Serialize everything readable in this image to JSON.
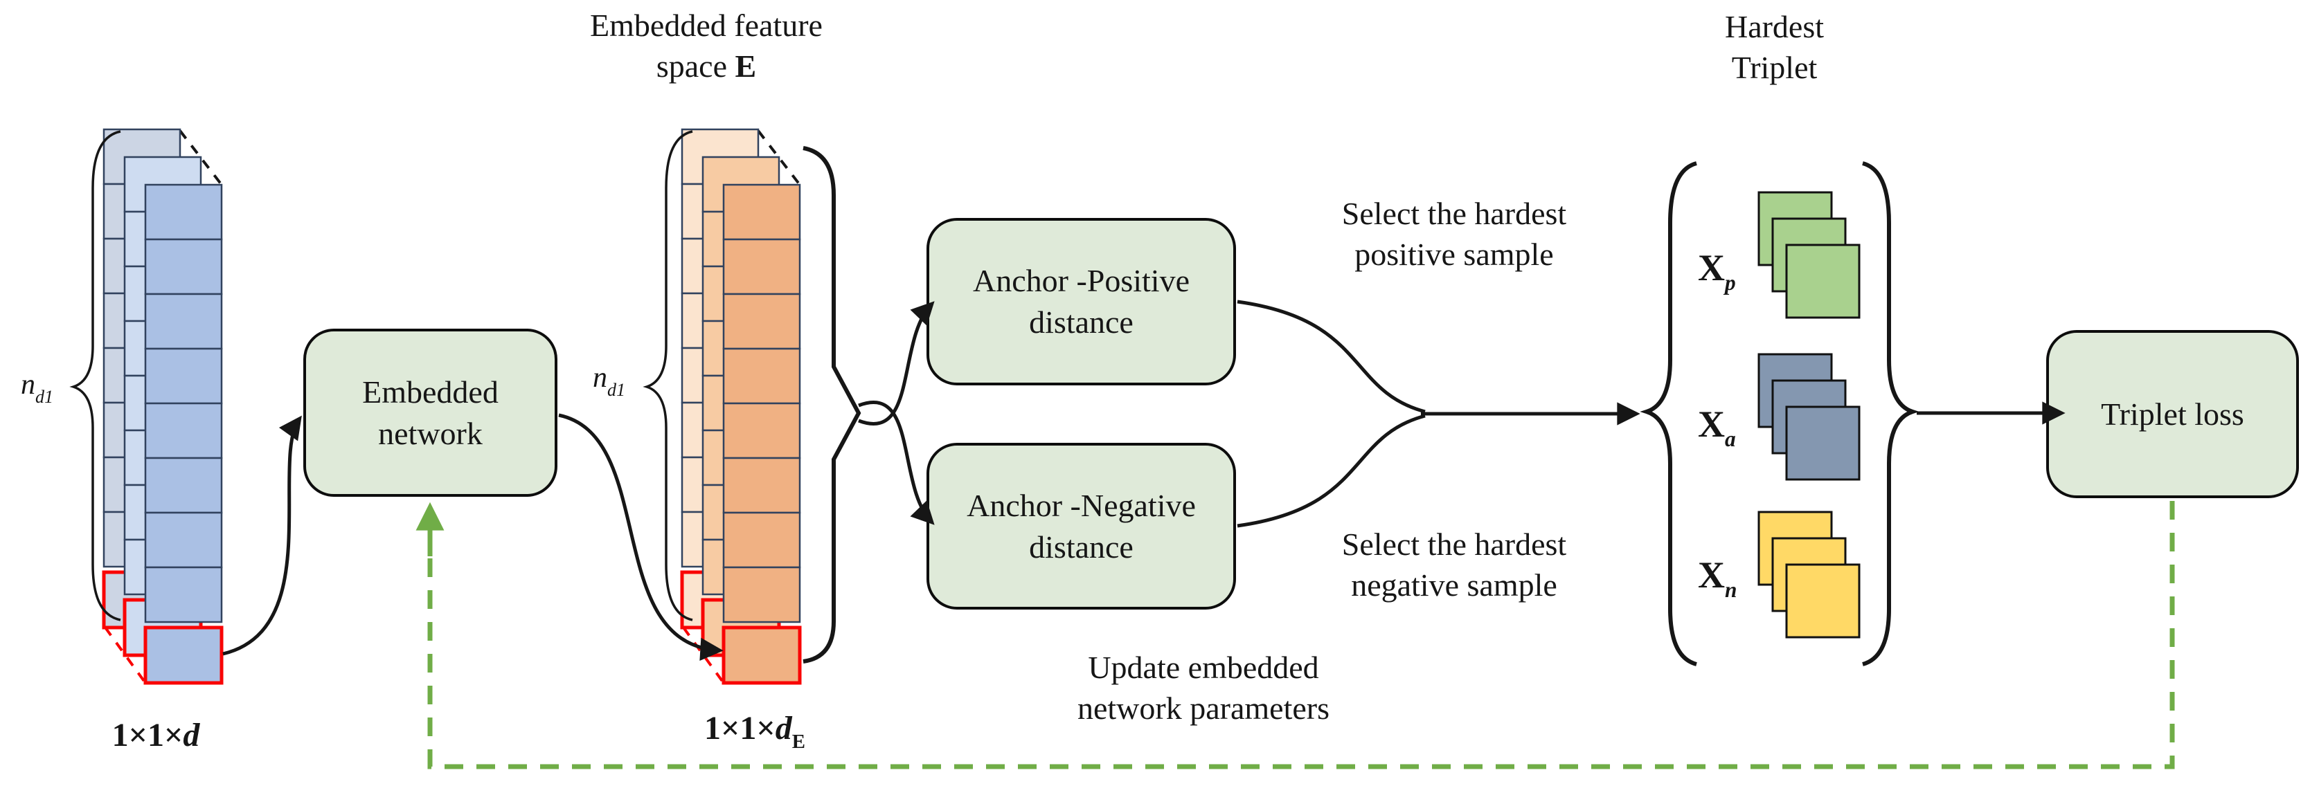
{
  "titles": {
    "feature_space": {
      "line1": "Embedded feature",
      "line2_base": "space ",
      "line2_symbol": "E"
    },
    "hardest_triplet": {
      "line1": "Hardest",
      "line2": "Triplet"
    }
  },
  "boxes": {
    "embedded_network": "Embedded network",
    "anchor_positive": "Anchor -Positive distance",
    "anchor_negative": "Anchor -Negative distance",
    "triplet_loss": "Triplet loss"
  },
  "annotations": {
    "select_positive": "Select the hardest positive sample",
    "select_negative": "Select the hardest negative sample",
    "update_params": "Update embedded network parameters"
  },
  "labels": {
    "rows_left": {
      "base": "n",
      "sub": "d1"
    },
    "rows_mid": {
      "base": "n",
      "sub": "d1"
    },
    "dim_input": {
      "base": "1×1×",
      "var": "d"
    },
    "dim_embedded": {
      "base": "1×1×",
      "var": "d",
      "sub": "E"
    },
    "x_positive": {
      "base": "X",
      "sub": "p"
    },
    "x_anchor": {
      "base": "X",
      "sub": "a"
    },
    "x_negative": {
      "base": "X",
      "sub": "n"
    }
  },
  "colors": {
    "box_fill": "#dfead9",
    "box_border": "#0d0d0d",
    "arrow_black": "#161616",
    "feedback_green": "#70ad47",
    "red_highlight": "#f90505",
    "stack_stroke": "#31425e",
    "blue_stack": {
      "back": "#ccd5e4",
      "mid": "#cedcf1",
      "front": "#aac0e4"
    },
    "orange_stack": {
      "back": "#fbe4cf",
      "mid": "#f7cba3",
      "front": "#f0b183"
    },
    "squares": {
      "positive": "#a9d18e",
      "anchor": "#8497b0",
      "negative": "#ffd966"
    }
  },
  "stacks": {
    "columns": 3,
    "cells_per_column": 8
  }
}
